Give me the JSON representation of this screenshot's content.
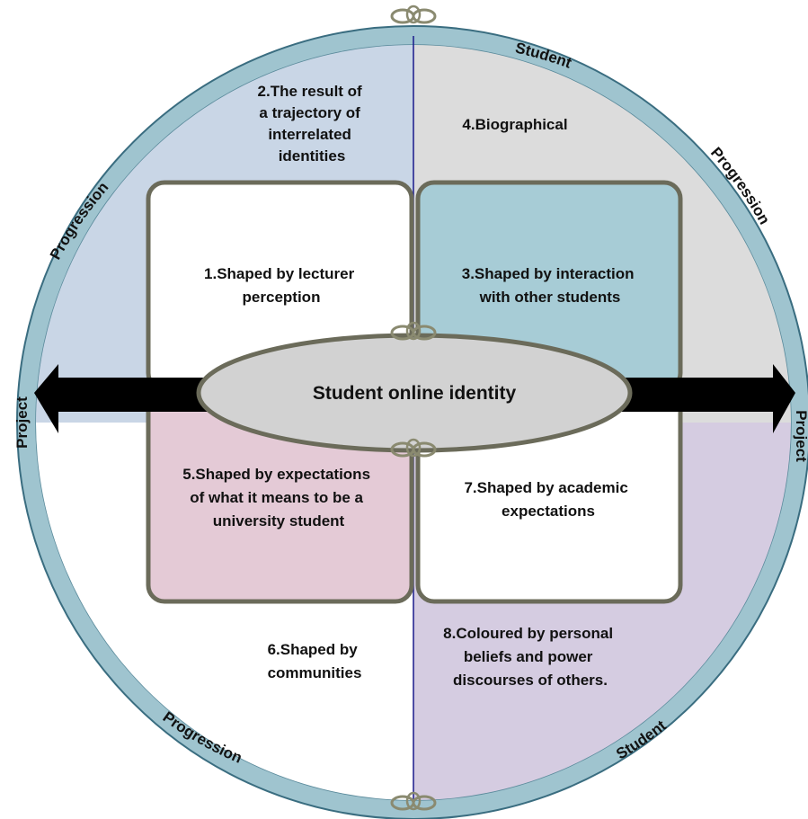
{
  "center_label": "Student online identity",
  "ring_labels": {
    "top_right": "Student",
    "bottom_right": "Student",
    "upper_left": "Progression",
    "upper_right": "Progression",
    "lower_left": "Progression",
    "left": "Project",
    "right": "Project"
  },
  "items": {
    "item1": [
      "1.Shaped by lecturer",
      "perception"
    ],
    "item2": [
      "2.The result of",
      "a trajectory of",
      "interrelated",
      "identities"
    ],
    "item3": [
      "3.Shaped by interaction",
      "with other students"
    ],
    "item4": [
      "4.Biographical"
    ],
    "item5": [
      "5.Shaped by expectations",
      "of what it means to be a",
      "university student"
    ],
    "item6": [
      "6.Shaped by",
      "communities"
    ],
    "item7": [
      "7.Shaped by academic",
      "expectations"
    ],
    "item8": [
      "8.Coloured by personal",
      "beliefs and power",
      "discourses of others."
    ]
  },
  "colors": {
    "ring": "#9fc4cf",
    "quadrant_top_left": "#c9d6e6",
    "quadrant_top_right": "#dcdcdc",
    "quadrant_bottom_left": "#ffffff",
    "quadrant_bottom_right": "#d5cce1",
    "box1": "#ffffff",
    "box3": "#a7ccd6",
    "box5": "#e4cad6",
    "box7": "#ffffff",
    "box_border": "#6b6b5a",
    "ellipse": "#d2d2d2",
    "arrow": "#000000"
  }
}
